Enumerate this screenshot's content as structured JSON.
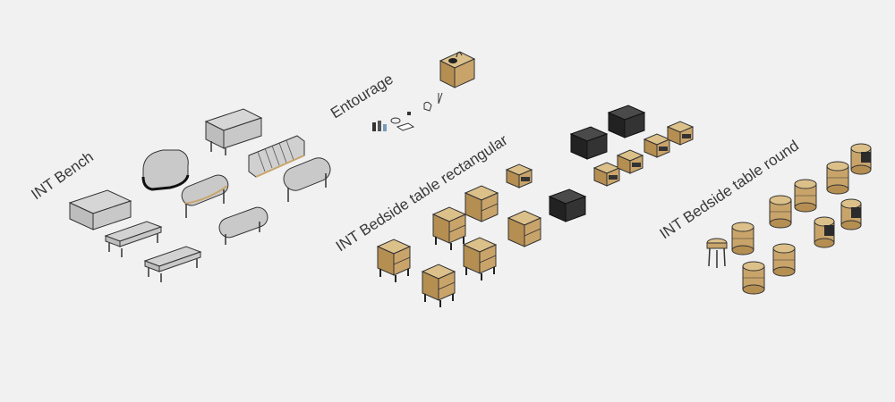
{
  "canvas": {
    "background": "#f1f1f1"
  },
  "groups": {
    "bench": {
      "label": "INT Bench"
    },
    "entourage": {
      "label": "Entourage"
    },
    "bedside_rect": {
      "label": "INT Bedside table rectangular"
    },
    "bedside_round": {
      "label": "INT Bedside table round"
    }
  },
  "colors": {
    "upholstery": "#c9c9c9",
    "wood": "#c9a46a",
    "wood_dark": "#8a6a3c",
    "black_lacquer": "#2b2b2b",
    "outline": "#333333"
  }
}
